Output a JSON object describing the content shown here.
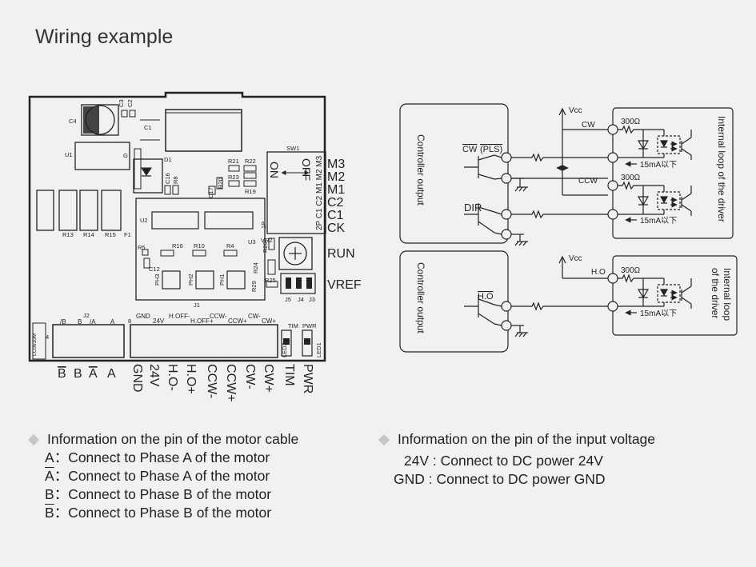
{
  "title": "Wiring example",
  "board": {
    "components": {
      "c4": "C4",
      "c3": "C3",
      "c2": "C2",
      "c1": "C1",
      "u1": "U1",
      "g": "G",
      "d1": "D1",
      "f1": "F1",
      "c16": "C16",
      "r8": "R8",
      "c17": "C17",
      "r20": "R20",
      "r21": "R21",
      "r22": "R22",
      "r23": "R23",
      "r19": "R19",
      "u2": "U2",
      "u3": "U3",
      "sw1": "SW1",
      "on": "ON",
      "off": "OFF",
      "sw_pins": "2P C1  C2  M1  M2  M3",
      "r13": "R13",
      "r14": "R14",
      "r15": "R15",
      "r5": "R5",
      "r16": "R16",
      "r10": "R10",
      "r4": "R4",
      "ph3": "PH3",
      "ph2": "PH2",
      "ph1": "PH1",
      "c12": "C12",
      "j1": "J1",
      "vr2": "VR2",
      "r26": "R26",
      "r24": "R24",
      "r29": "R29",
      "r25": "R25",
      "j5": "J5",
      "j4": "J4",
      "j3": "J3",
      "pin1p": "1P",
      "j2": "J2",
      "lc": "LC0610M",
      "four": "4",
      "eight": "8",
      "led2": "LED2",
      "led1": "LED1",
      "tim_top": "TIM",
      "pwr_top": "PWR",
      "j2_pins": [
        "/B",
        "B",
        "/A",
        "A"
      ],
      "tb_top": [
        "GND",
        "24V",
        "H.OFF-",
        "H.OFF+",
        "CCW-",
        "CCW+",
        "CW-",
        "CW+"
      ]
    },
    "side_labels": [
      "M3",
      "M2",
      "M1",
      "C2",
      "C1",
      "CK",
      "RUN",
      "VREF"
    ],
    "bottom_labels": {
      "motor": [
        "B",
        "B",
        "A",
        "A"
      ],
      "terminals": [
        "GND",
        "24V",
        "H.O-",
        "H.O+",
        "CCW-",
        "CCW+",
        "CW-",
        "CW+",
        "TIM",
        "PWR"
      ]
    }
  },
  "circuit": {
    "controller_output": "Controller output",
    "internal_loop": "Internal loop of the driver",
    "internal_loop_line1": "Internal loop",
    "internal_loop_line2": "of the driver",
    "cw_pls_a": "CW",
    "cw_pls_b": "(PLS)",
    "dir": "DIR",
    "ho": "H.O",
    "vcc": "Vcc",
    "cw": "CW",
    "ccw": "CCW",
    "ho_line": "H.O",
    "resistor": "300Ω",
    "current": "15mA以下"
  },
  "info": {
    "motor_heading": "Information on the pin of the motor cable",
    "motor_lines": [
      {
        "pin": "A",
        "text": "：Connect to Phase A of the motor",
        "overline": false
      },
      {
        "pin": "A",
        "text": "：Connect to Phase A of the motor",
        "overline": true
      },
      {
        "pin": "B",
        "text": "：Connect to Phase B of the motor",
        "overline": false
      },
      {
        "pin": "B",
        "text": "：Connect to Phase B of the motor",
        "overline": true
      }
    ],
    "voltage_heading": "Information on the pin of the input voltage",
    "voltage_lines": [
      " 24V : Connect to DC power 24V",
      "GND : Connect to DC power GND"
    ]
  }
}
